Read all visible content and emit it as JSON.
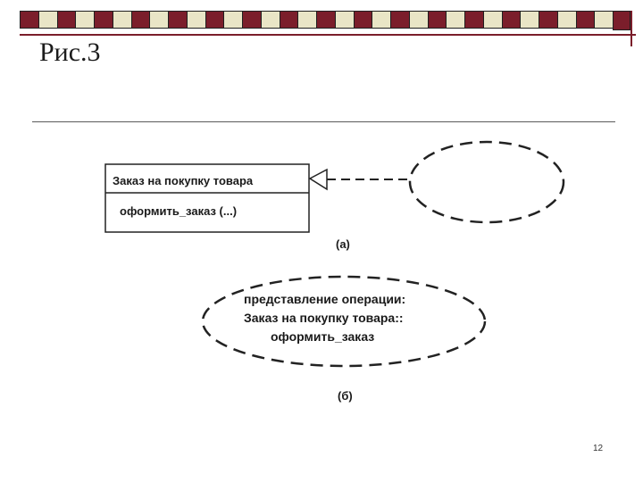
{
  "slide": {
    "title": "Рис.3",
    "page_number": "12"
  },
  "diagram": {
    "class_box": {
      "name": "Заказ на покупку товара",
      "operation": "оформить_заказ (...)"
    },
    "caption_a": "(а)",
    "note": {
      "lines": [
        "представление операции:",
        "Заказ на покупку товара::",
        "оформить_заказ"
      ]
    },
    "caption_b": "(б)"
  },
  "colors": {
    "accent_dark": "#7b1e2b",
    "accent_light": "#e9e5c6"
  }
}
